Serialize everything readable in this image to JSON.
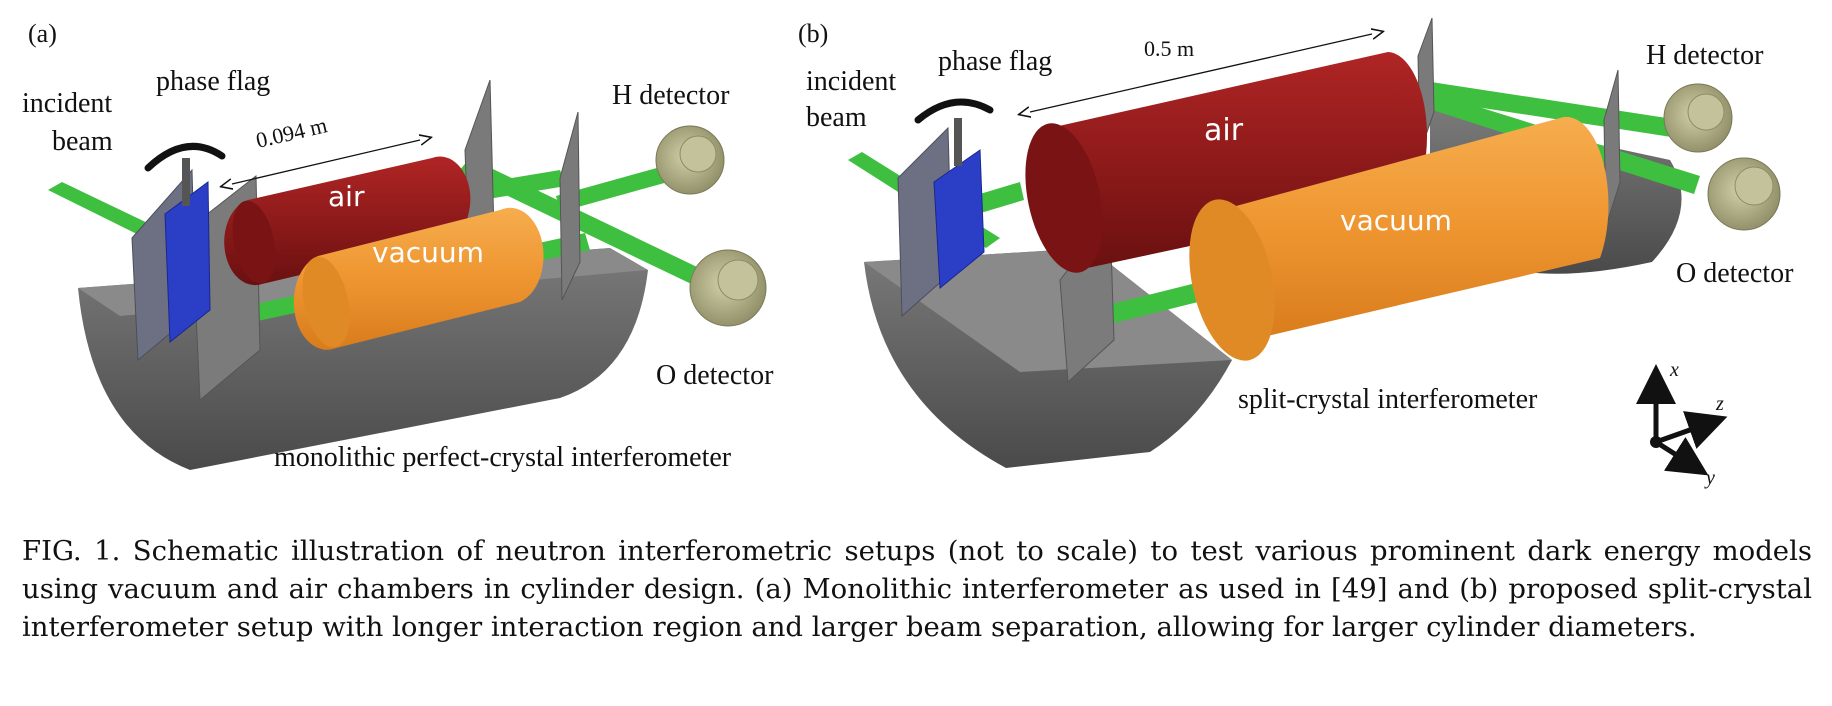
{
  "panel_a": {
    "tag": "(a)",
    "incident_line1": "incident",
    "incident_line2": "beam",
    "phase_flag": "phase flag",
    "length": "0.094 m",
    "h_detector": "H detector",
    "o_detector": "O detector",
    "air": "air",
    "vacuum": "vacuum",
    "title": "monolithic perfect-crystal interferometer"
  },
  "panel_b": {
    "tag": "(b)",
    "incident_line1": "incident",
    "incident_line2": "beam",
    "phase_flag": "phase flag",
    "length": "0.5 m",
    "h_detector": "H detector",
    "o_detector": "O detector",
    "air": "air",
    "vacuum": "vacuum",
    "title": "split-crystal interferometer",
    "axis_x": "x",
    "axis_y": "y",
    "axis_z": "z"
  },
  "colors": {
    "beam": "#3fbf3f",
    "crystal": "#6b6b6b",
    "air_cylinder": "#8e1a1a",
    "vacuum_cylinder": "#ee9530",
    "phase_flag": "#2b3fc6",
    "detector": "#b7b58a"
  },
  "caption": "FIG. 1.  Schematic illustration of neutron interferometric setups (not to scale) to test various prominent dark energy models using vacuum and air chambers in cylinder design. (a) Monolithic interferometer as used in  [49] and (b) proposed split-crystal interferometer setup with longer interaction region and larger beam separation, allowing for larger cylinder diameters."
}
